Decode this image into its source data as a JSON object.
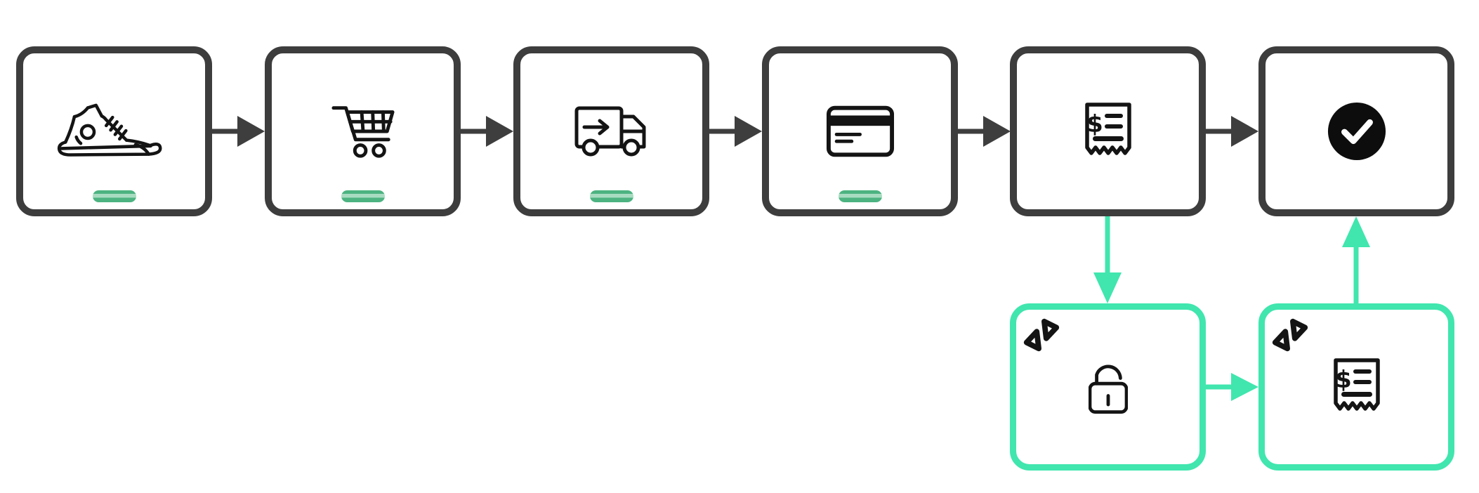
{
  "diagram": {
    "title": "checkout-flow-diagram",
    "background": "#ffffff"
  },
  "colors": {
    "node_border": "#3d3d3d",
    "connector_dark": "#3e3e3e",
    "accent_green": "#40e6ae",
    "pill_green": "#4cb381",
    "pill_green_light": "#a8dcc1",
    "ink": "#141414",
    "check_fill": "#0d0d0d",
    "check_mark": "#ffffff",
    "node_bg": "#ffffff"
  },
  "main_flow": {
    "steps": [
      {
        "id": "product",
        "icon": "sneaker-icon",
        "badge": "progress-pill"
      },
      {
        "id": "cart",
        "icon": "shopping-cart-icon",
        "badge": "progress-pill"
      },
      {
        "id": "shipping",
        "icon": "delivery-truck-icon",
        "badge": "progress-pill"
      },
      {
        "id": "payment",
        "icon": "credit-card-icon",
        "badge": "progress-pill"
      },
      {
        "id": "invoice",
        "icon": "receipt-icon",
        "badge": ""
      },
      {
        "id": "complete",
        "icon": "check-circle-icon",
        "badge": ""
      }
    ],
    "connectors": [
      {
        "from": "product",
        "to": "cart",
        "style": "dark-right-arrow"
      },
      {
        "from": "cart",
        "to": "shipping",
        "style": "dark-right-arrow"
      },
      {
        "from": "shipping",
        "to": "payment",
        "style": "dark-right-arrow"
      },
      {
        "from": "payment",
        "to": "invoice",
        "style": "dark-right-arrow"
      },
      {
        "from": "invoice",
        "to": "complete",
        "style": "dark-right-arrow"
      }
    ]
  },
  "branch_flow": {
    "steps": [
      {
        "id": "unlock",
        "icon": "open-padlock-icon",
        "corner_icon": "link-icon"
      },
      {
        "id": "linked_invoice",
        "icon": "receipt-icon",
        "corner_icon": "link-icon"
      }
    ],
    "connectors": [
      {
        "from": "invoice",
        "to": "unlock",
        "style": "green-down-arrow"
      },
      {
        "from": "unlock",
        "to": "linked_invoice",
        "style": "green-right-arrow"
      },
      {
        "from": "linked_invoice",
        "to": "complete",
        "style": "green-up-arrow"
      }
    ]
  }
}
